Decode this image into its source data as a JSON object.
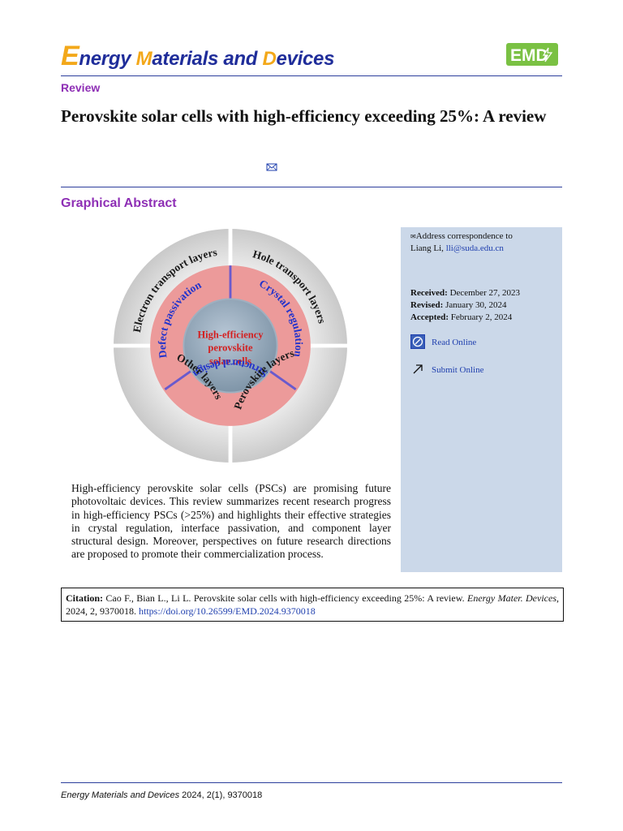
{
  "header": {
    "logo_first_initial": "E",
    "logo_word1_rest": "nergy ",
    "logo_word2_initial": "M",
    "logo_word2_rest": "aterials and ",
    "logo_word3_initial": "D",
    "logo_word3_rest": "evices",
    "badge_text": "EMD"
  },
  "article": {
    "type": "Review",
    "title": "Perovskite solar cells with high-efficiency exceeding 25%: A review"
  },
  "graphical_abstract": {
    "heading": "Graphical Abstract",
    "center_lines": [
      "High-efficiency",
      "perovskite",
      "solar cells"
    ],
    "inner_labels": [
      "Defect passivation",
      "Crystal regulation",
      "Structural design"
    ],
    "outer_labels": [
      "Electron transport layers",
      "Hole transport layers",
      "Perovskite layers",
      "Other layers"
    ],
    "summary": "High-efficiency perovskite solar cells (PSCs) are promising future photovoltaic devices. This review summarizes recent research progress in high-efficiency PSCs (>25%) and highlights their effective strategies in crystal regulation, interface passivation, and component layer structural design. Moreover, perspectives on future research directions are proposed to promote their commercialization process."
  },
  "side_panel": {
    "correspondence_label": "Address correspondence to",
    "correspondence_name": "Liang Li, ",
    "correspondence_email": "lli@suda.edu.cn",
    "received_label": "Received:",
    "received_date": " December 27, 2023",
    "revised_label": "Revised:",
    "revised_date": " January 30, 2024",
    "accepted_label": "Accepted:",
    "accepted_date": " February 2, 2024",
    "read_online": "Read Online",
    "submit_online": "Submit Online"
  },
  "citation": {
    "label": "Citation:",
    "text": " Cao F., Bian L., Li L. Perovskite solar cells with high-efficiency exceeding 25%: A review. ",
    "journal": "Energy Mater. Devices",
    "details": ", 2024, 2, 9370018. ",
    "doi": "https://doi.org/10.26599/EMD.2024.9370018"
  },
  "footer": {
    "journal": "Energy Materials and Devices",
    "issue": "  2024, 2(1), 9370018"
  },
  "colors": {
    "brand_blue": "#1f2d9a",
    "accent_orange": "#f3a81a",
    "heading_purple": "#8e2fb5",
    "badge_green": "#7ac143",
    "panel_blue": "#cbd8e9"
  }
}
